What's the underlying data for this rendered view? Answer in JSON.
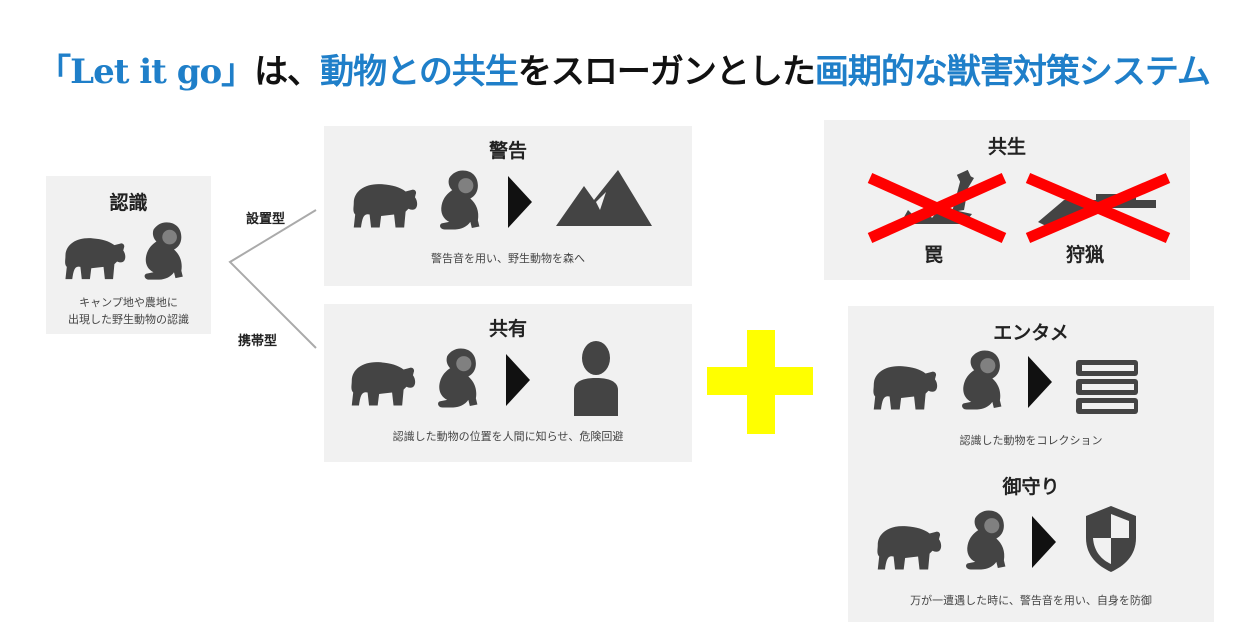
{
  "title": {
    "part1": "「Let it go」",
    "part2": "は、",
    "part3": "動物との共生",
    "part4": "をスローガンとした",
    "part5": "画期的な獣害対策システム"
  },
  "colors": {
    "accent_blue": "#1f7fc9",
    "cross_red": "#ff0000",
    "plus_yellow": "#ffff00",
    "panel_gray": "#f1f1f1",
    "icon_gray": "#444444"
  },
  "recognition": {
    "title": "認識",
    "caption_line1": "キャンプ地や農地に",
    "caption_line2": "出現した野生動物の認識"
  },
  "branches": {
    "fixed": "設置型",
    "portable": "携帯型"
  },
  "warning": {
    "title": "警告",
    "caption": "警告音を用い、野生動物を森へ"
  },
  "sharing": {
    "title": "共有",
    "caption": "認識した動物の位置を人間に知らせ、危険回避"
  },
  "coexistence": {
    "title": "共生",
    "trap_label": "罠",
    "hunting_label": "狩猟"
  },
  "entertainment": {
    "title": "エンタメ",
    "caption": "認識した動物をコレクション"
  },
  "amulet": {
    "title": "御守り",
    "caption": "万が一遭遇した時に、警告音を用い、自身を防御"
  },
  "icons": [
    "bear-icon",
    "monkey-icon",
    "arrow-right-icon",
    "mountain-icon",
    "person-icon",
    "book-stack-icon",
    "shield-icon",
    "trap-icon",
    "rifle-icon",
    "red-x-icon",
    "plus-icon"
  ]
}
